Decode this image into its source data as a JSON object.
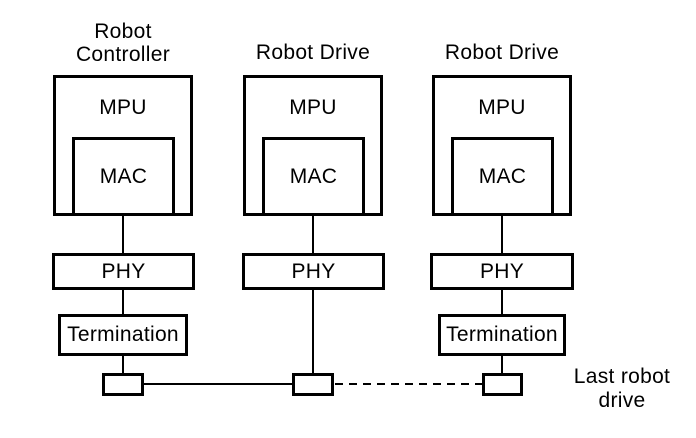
{
  "diagram": {
    "background": "#ffffff",
    "line_color": "#000000",
    "columns": [
      {
        "title_line1": "Robot",
        "title_line2": "Controller",
        "mpu_label": "MPU",
        "mac_label": "MAC",
        "phy_label": "PHY",
        "termination_label": "Termination"
      },
      {
        "title": "Robot Drive",
        "mpu_label": "MPU",
        "mac_label": "MAC",
        "phy_label": "PHY"
      },
      {
        "title": "Robot Drive",
        "mpu_label": "MPU",
        "mac_label": "MAC",
        "phy_label": "PHY",
        "termination_label": "Termination"
      }
    ],
    "last_drive_label_line1": "Last robot",
    "last_drive_label_line2": "drive"
  }
}
